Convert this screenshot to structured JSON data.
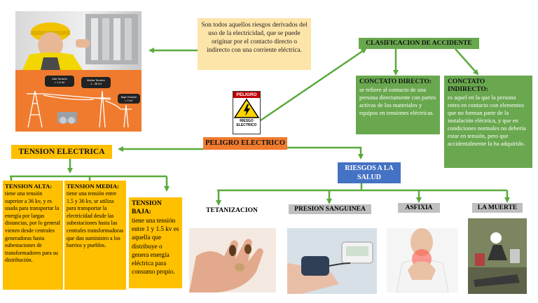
{
  "center": {
    "title": "PELIGRO ELECTRICO"
  },
  "sign": {
    "top": "PELIGRO",
    "bottom1": "RIESGO",
    "bottom2": "ELECTRICO"
  },
  "definition": {
    "text": "Son todos aquellos riesgos derivados del uso de la electricidad, que se puede originar por el contacto directo o indirecto con una corriente eléctrica."
  },
  "classification": {
    "title": "CLASIFICACION DE ACCIDENTE",
    "direct": {
      "heading": "CONCTATO DIRECTO:",
      "text": "se refiere al contacto de una persona directamente con partes activas de los materiales y equipos en tensiones eléctricas."
    },
    "indirect": {
      "heading": "CONCTATO INDIRECTO:",
      "text": "es aquel en la que la persona entra en contacto con elementos que no forman parte de la instalación eléctrica, y que en condiciones normales no debería estar en tensión, pero que accidentalmente la ha adquirido."
    }
  },
  "tension": {
    "title": "TENSION ELECTRICA",
    "infographic": {
      "alta": "Alta Tensión",
      "alta_val": "> 1.5 kV",
      "media": "Media Tensión",
      "media_val": "1 - 36 kV",
      "baja": "Baja Tensión",
      "baja_val": "< 1 kV"
    },
    "alta": {
      "heading": "TENSION ALTA:",
      "text": "tiene una tensión superior a 36 kv, y es usada para transportar la energía por largas distancias, por lo general vienen desde centrales generadoras hasta subestaciones de transformadores para su distribución."
    },
    "media": {
      "heading": "TENSION MEDIA:",
      "text": "tiene una tensión entre 1.5 y 36 kv, se utiliza para transportar la electricidad desde las subestaciones hasta las centrales transformadoras que dan suministro a los barrios y pueblos."
    },
    "baja": {
      "heading": "TENSION BAJA:",
      "text": "tiene una tensión entre 1 y 1.5 kv es aquella que distribuye o genera energía eléctrica para consumo propio."
    }
  },
  "risks": {
    "title": "RIESGOS A LA SALUD",
    "items": [
      {
        "label": "TETANIZACION"
      },
      {
        "label": "PRESION SANGUINEA"
      },
      {
        "label": "ASFIXIA"
      },
      {
        "label": "LA MUERTE"
      }
    ]
  },
  "colors": {
    "arrow": "#5aaa3c",
    "orange": "#f07b2e",
    "yellow": "#ffc000",
    "green": "#6aa84f",
    "blue": "#4472c4",
    "cream": "#fde4a8",
    "gray": "#bfbfbf"
  }
}
